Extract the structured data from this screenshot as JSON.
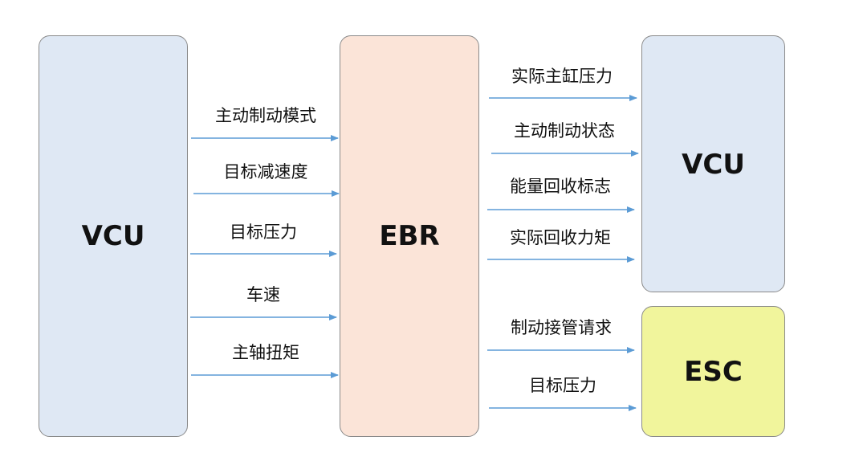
{
  "boxes": {
    "vcu_left": "VCU",
    "ebr": "EBR",
    "vcu_right": "VCU",
    "esc": "ESC"
  },
  "signals_vcu_to_ebr": [
    "主动制动模式",
    "目标减速度",
    "目标压力",
    "车速",
    "主轴扭矩"
  ],
  "signals_ebr_to_vcu": [
    "实际主缸压力",
    "主动制动状态",
    "能量回收标志",
    "实际回收力矩"
  ],
  "signals_ebr_to_esc": [
    "制动接管请求",
    "目标压力"
  ],
  "colors": {
    "vcu": "#dfe8f4",
    "ebr": "#fbe4d8",
    "esc": "#f1f59c",
    "arrow": "#5b9bd5",
    "border": "#8a8a8a"
  }
}
